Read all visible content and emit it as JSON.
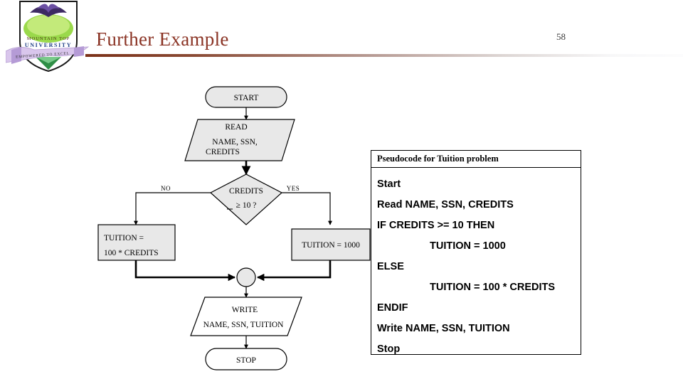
{
  "header": {
    "title": "Further Example",
    "slide_number": "58",
    "logo": {
      "name": "mountain-top-university-crest",
      "line1": "MOUNTAIN TOP",
      "line2": "UNIVERSITY",
      "ribbon": "EMPOWERED TO EXCEL"
    },
    "title_color": "#8A3324",
    "rule_color": "#7B3118"
  },
  "flowchart": {
    "nodes": {
      "start": {
        "label": "START",
        "shape": "terminator",
        "fill": "#e8e8e8"
      },
      "read": {
        "line1": "READ",
        "line2": "NAME, SSN,",
        "line3": "CREDITS",
        "shape": "parallelogram",
        "fill": "#e8e8e8"
      },
      "decision": {
        "line1": "CREDITS",
        "line2": "≥ 10 ?",
        "shape": "diamond",
        "fill": "#e8e8e8"
      },
      "process_no": {
        "line1": "TUITION =",
        "line2": "100 * CREDITS",
        "shape": "rectangle",
        "fill": "#e8e8e8"
      },
      "process_yes": {
        "label": "TUITION = 1000",
        "shape": "rectangle",
        "fill": "#e8e8e8"
      },
      "merge": {
        "label": "",
        "shape": "circle",
        "fill": "#e8e8e8"
      },
      "write": {
        "line1": "WRITE",
        "line2": "NAME, SSN, TUITION",
        "shape": "parallelogram",
        "fill": "#ffffff"
      },
      "stop": {
        "label": "STOP",
        "shape": "terminator",
        "fill": "#ffffff"
      }
    },
    "branches": {
      "no": "NO",
      "yes": "YES"
    }
  },
  "pseudocode": {
    "header": "Pseudocode for  Tuition problem",
    "lines": [
      {
        "text": "Start",
        "indent": false
      },
      {
        "text": "Read NAME, SSN, CREDITS",
        "indent": false
      },
      {
        "text": "IF CREDITS >= 10 THEN",
        "indent": false
      },
      {
        "text": "TUITION = 1000",
        "indent": true
      },
      {
        "text": "ELSE",
        "indent": false
      },
      {
        "text": "TUITION = 100 *  CREDITS",
        "indent": true
      },
      {
        "text": "ENDIF",
        "indent": false
      },
      {
        "text": "Write NAME, SSN, TUITION",
        "indent": false
      },
      {
        "text": "Stop",
        "indent": false
      }
    ]
  }
}
